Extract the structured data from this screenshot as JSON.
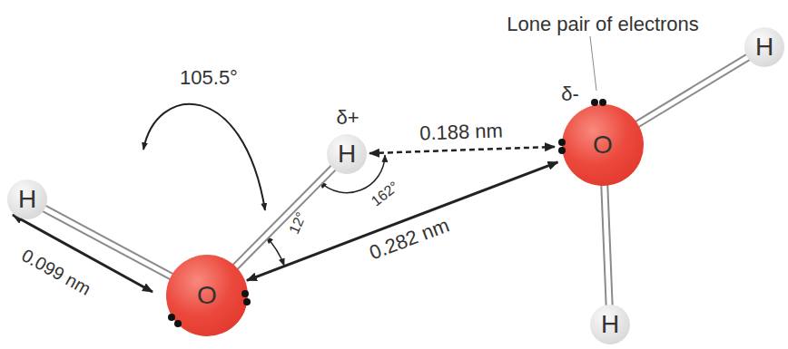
{
  "diagram": {
    "nodes": [
      {
        "text": [
          "H"
        ]
      },
      {
        "text": [
          "O"
        ]
      },
      {
        "text": [
          "H"
        ]
      },
      {
        "text": [
          "O"
        ]
      },
      {
        "text": [
          "H"
        ]
      },
      {
        "text": [
          "H"
        ]
      }
    ],
    "edges": [
      {
        "from": 0,
        "to": 1,
        "arrow": "none"
      },
      {
        "from": 1,
        "to": 2,
        "arrow": "none"
      },
      {
        "from": 3,
        "to": 4,
        "arrow": "none"
      },
      {
        "from": 3,
        "to": 5,
        "arrow": "none"
      },
      {
        "from": 2,
        "to": 3,
        "label": "0.188 nm",
        "arrow": "both"
      },
      {
        "from": 1,
        "to": 3,
        "label": "0.282 nm",
        "arrow": "both"
      }
    ],
    "labels": [
      "105.5°",
      "12°",
      "162°",
      "δ+",
      "δ-",
      "0.099 nm",
      "Lone pair of electrons"
    ]
  }
}
